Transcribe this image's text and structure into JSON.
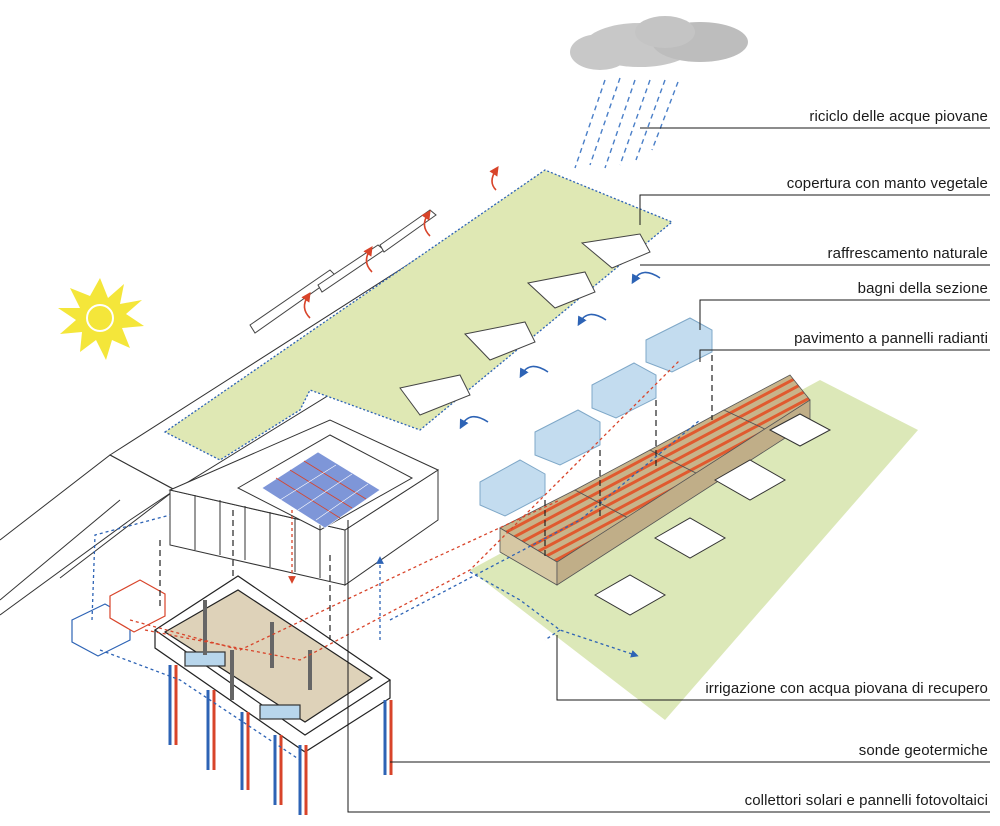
{
  "labels": {
    "rainwater_recycling": "riciclo delle acque piovane",
    "green_roof": "copertura con manto vegetale",
    "natural_cooling": "raffrescamento naturale",
    "section_bathrooms": "bagni della sezione",
    "radiant_floor": "pavimento a pannelli radianti",
    "irrigation": "irrigazione con acqua piovana di recupero",
    "geothermal_probes": "sonde geotermiche",
    "solar_panels": "collettori solari e pannelli fotovoltaici"
  },
  "colors": {
    "green_roof": "#dfe8b4",
    "ground": "#dce8b8",
    "cloud": "#c8c8c8",
    "rain": "#4a7fc8",
    "sun": "#f4e63a",
    "air_arrow": "#2d63b5",
    "heat_arrow": "#d8442a",
    "bathroom_box": "#b8d6ec",
    "radiant_floor": "#c8b48a",
    "radiant_pipe": "#e05a2f",
    "leader_line": "#1a1a1a"
  },
  "icons": [
    "cloud-icon",
    "rain-icon",
    "sun-icon"
  ]
}
